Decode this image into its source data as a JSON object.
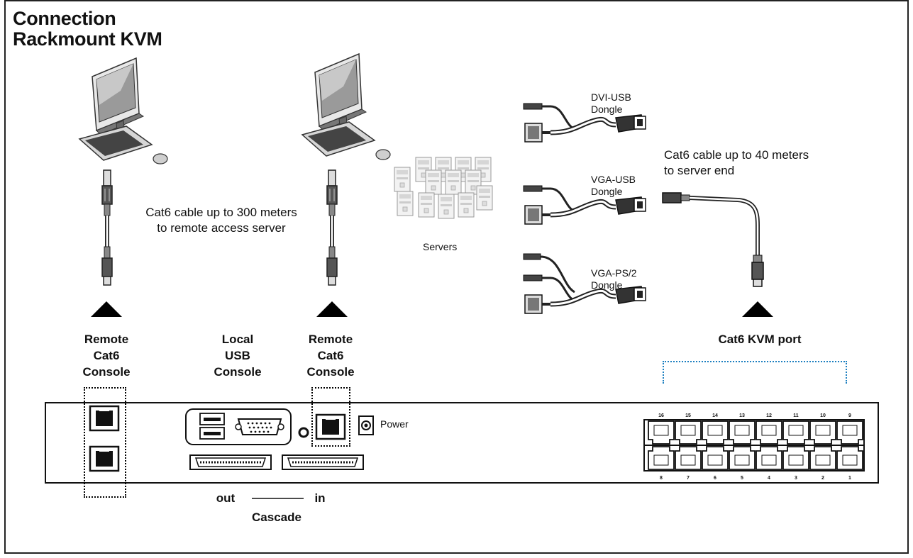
{
  "title": {
    "line1": "Connection",
    "line2": "Rackmount KVM"
  },
  "labels": {
    "remote_cable": {
      "line1": "Cat6 cable up to 300 meters",
      "line2": "to remote access server"
    },
    "server_cable": {
      "line1": "Cat6 cable up to 40 meters",
      "line2": "to server end"
    },
    "servers": "Servers",
    "dvi_usb": {
      "line1": "DVI-USB",
      "line2": "Dongle"
    },
    "vga_usb": {
      "line1": "VGA-USB",
      "line2": "Dongle"
    },
    "vga_ps2": {
      "line1": "VGA-PS/2",
      "line2": "Dongle"
    },
    "remote_console_left": {
      "line1": "Remote",
      "line2": "Cat6",
      "line3": "Console"
    },
    "local_console": {
      "line1": "Local",
      "line2": "USB",
      "line3": "Console"
    },
    "remote_console_right": {
      "line1": "Remote",
      "line2": "Cat6",
      "line3": "Console"
    },
    "kvm_port": "Cat6 KVM port",
    "power": "Power",
    "cascade_out": "out",
    "cascade_in": "in",
    "cascade": "Cascade"
  },
  "port_numbers": {
    "top": [
      "16",
      "15",
      "14",
      "13",
      "12",
      "11",
      "10",
      "9"
    ],
    "bottom": [
      "8",
      "7",
      "6",
      "5",
      "4",
      "3",
      "2",
      "1"
    ]
  }
}
